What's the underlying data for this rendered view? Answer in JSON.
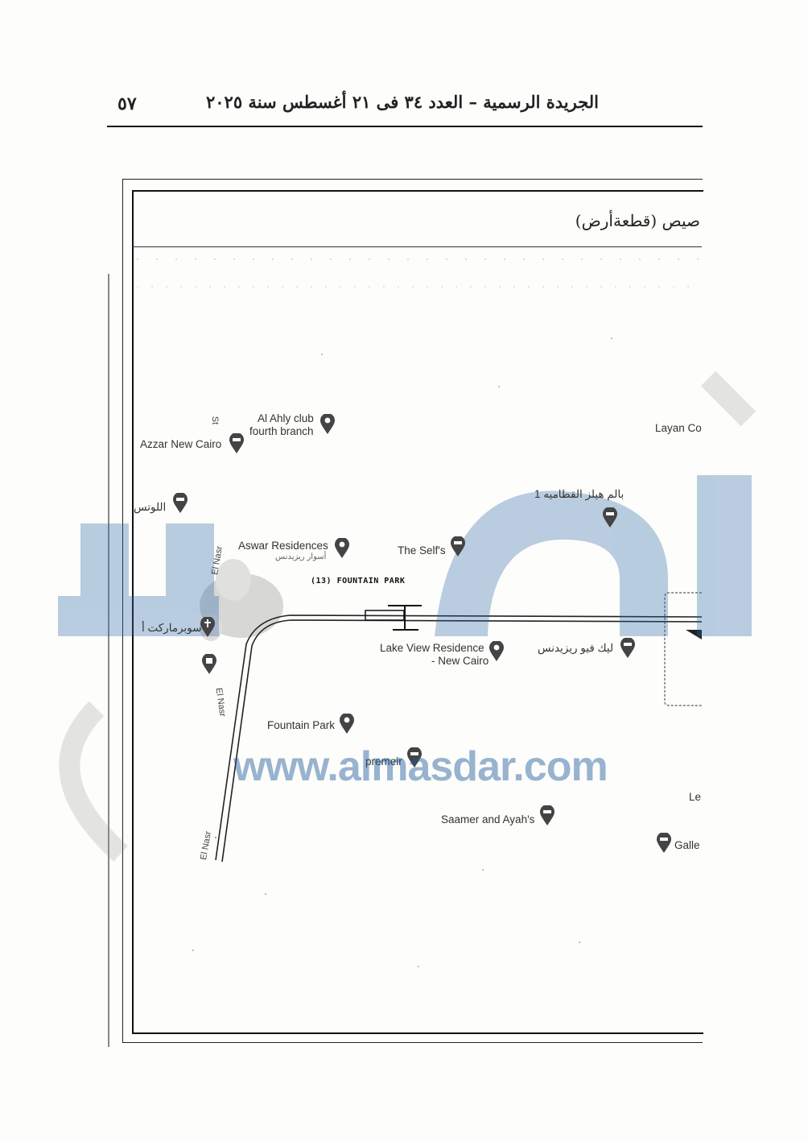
{
  "header": {
    "page_number": "٥٧",
    "running_head": "الجريدة الرسمية – العدد ٣٤ فى ٢١ أغسطس سنة ٢٠٢٥"
  },
  "plot": {
    "title": "صيص (قطعةأرض)",
    "id_label": "(13) FOUNTAIN PARK"
  },
  "watermark": {
    "url": "www.almasdar.com",
    "color": "#1f5a9a"
  },
  "map": {
    "places": [
      {
        "label": "Al Ahly club",
        "icon": "place-pin-icon"
      },
      {
        "label": "fourth branch",
        "icon": ""
      },
      {
        "label": "Azzar New Cairo",
        "icon": "hotel-pin-icon"
      },
      {
        "label": "Layan Co",
        "icon": ""
      },
      {
        "label": "اللوتس",
        "icon": "hotel-pin-icon"
      },
      {
        "label": "بالم هيلز القطاميه 1",
        "icon": "hotel-pin-icon"
      },
      {
        "label": "Aswar Residences",
        "icon": "place-pin-icon"
      },
      {
        "label": "أسوار ريزيدنس",
        "icon": ""
      },
      {
        "label": "The Self's",
        "icon": "hotel-pin-icon"
      },
      {
        "label": "سوبرماركت أ",
        "icon": "shop-pin-icon"
      },
      {
        "label": "Lake View Residence",
        "icon": "place-pin-icon"
      },
      {
        "label": "- New Cairo",
        "icon": ""
      },
      {
        "label": "ليك فيو ريزيدنس",
        "icon": "hotel-pin-icon"
      },
      {
        "label": "Fountain Park",
        "icon": "place-pin-icon"
      },
      {
        "label": "premeir",
        "icon": "hotel-pin-icon"
      },
      {
        "label": "Saamer and Ayah's",
        "icon": "hotel-pin-icon"
      },
      {
        "label": "Le",
        "icon": ""
      },
      {
        "label": "Galle",
        "icon": "hotel-pin-icon"
      }
    ],
    "streets": [
      "El Nasr",
      "El Nasr",
      "El Nasr",
      "St"
    ],
    "pin_color": "#444444",
    "road_color": "#222222"
  }
}
